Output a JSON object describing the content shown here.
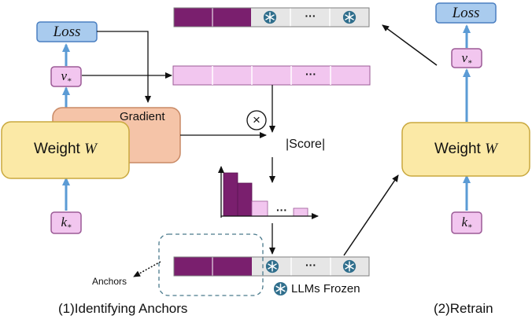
{
  "left_panel": {
    "loss_label": "Loss",
    "v_label": "v",
    "v_sub": "*",
    "k_label": "k",
    "k_sub": "*",
    "weight_label": "Weight",
    "weight_symbol": "W",
    "gradient_label": "Gradient",
    "caption": "(1)Identifying Anchors"
  },
  "middle": {
    "ellipsis": "···",
    "multiply_symbol": "×",
    "score_label": "|Score|",
    "anchors_label": "Anchors",
    "legend_frozen": "LLMs Frozen"
  },
  "right_panel": {
    "loss_label": "Loss",
    "v_label": "v",
    "v_sub": "*",
    "k_label": "k",
    "k_sub": "*",
    "weight_label": "Weight",
    "weight_symbol": "W",
    "caption": "(2)Retrain"
  },
  "colors": {
    "loss_fill": "#a9cbee",
    "loss_stroke": "#4a7fc1",
    "pink_fill": "#f2c6ef",
    "pink_stroke": "#9b5a96",
    "weight_fill": "#fbe9a6",
    "weight_stroke": "#c9a83e",
    "gradient_fill": "#f5c4a8",
    "gradient_stroke": "#c98a66",
    "purple": "#7a1f6e",
    "frozen_gray": "#e6e6e6",
    "flow_arrow": "#5b9bd5",
    "anchor_dash": "#4a7a8c",
    "snowflake": "#2f6e8c"
  }
}
